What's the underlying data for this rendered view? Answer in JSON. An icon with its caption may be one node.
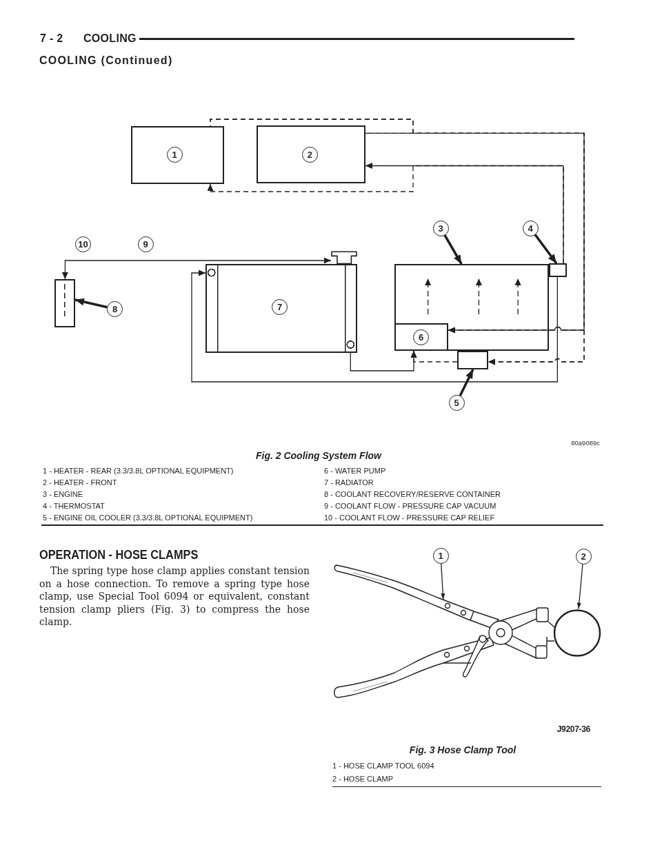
{
  "diagram": {
    "title": "COOLING (Continued)",
    "caption": "Fig. 2 Cooling System Flow",
    "nodes": [
      {
        "text": [
          "1"
        ]
      },
      {
        "text": [
          "2"
        ]
      },
      {
        "text": [
          "3"
        ]
      },
      {
        "text": [
          "4"
        ]
      },
      {
        "text": [
          "10"
        ]
      },
      {
        "text": [
          "9"
        ]
      },
      {
        "text": [],
        "shape": "box"
      },
      {
        "text": [],
        "shape": "box"
      },
      {
        "text": [],
        "shape": "picture"
      },
      {
        "text": [
          "7"
        ]
      },
      {
        "text": [],
        "shape": "box"
      },
      {
        "text": [
          "8"
        ]
      },
      {
        "text": [
          "6"
        ],
        "in": 6
      },
      {
        "text": [],
        "shape": "box"
      },
      {
        "text": [
          "5"
        ]
      },
      {
        "text": [
          "1"
        ]
      },
      {
        "text": [
          "2"
        ]
      },
      {
        "text": [],
        "shape": "picture"
      },
      {
        "text": [],
        "shape": "circle"
      }
    ],
    "edges": [
      {
        "from": 7,
        "to": 1,
        "arrow": "to"
      },
      {
        "from": 7,
        "to": 0,
        "arrow": "to",
        "style": "dashed"
      },
      {
        "from": 0,
        "to": 12,
        "arrow": "to",
        "style": "dashed"
      },
      {
        "from": 0,
        "to": 13,
        "arrow": "to",
        "style": "dashed"
      },
      {
        "from": 1,
        "to": 12,
        "arrow": "to"
      },
      {
        "from": 1,
        "to": 13,
        "arrow": "to",
        "style": "dashed"
      },
      {
        "from": 13,
        "to": 12,
        "arrow": "to",
        "style": "dashed"
      },
      {
        "from": 9,
        "to": 12,
        "arrow": "to"
      },
      {
        "from": 7,
        "to": 9,
        "arrow": "to"
      },
      {
        "from": 10,
        "to": 8,
        "arrow": "both"
      },
      {
        "from": 2,
        "to": 6,
        "arrow": "to",
        "style": "thick"
      },
      {
        "from": 3,
        "to": 7,
        "arrow": "to",
        "style": "thick"
      },
      {
        "from": 14,
        "to": 13,
        "arrow": "to",
        "style": "thick"
      },
      {
        "from": 11,
        "to": 10,
        "arrow": "to",
        "style": "thick"
      },
      {
        "from": 15,
        "to": 17,
        "arrow": "to"
      },
      {
        "from": 16,
        "to": 18,
        "arrow": "to"
      }
    ],
    "labels": [
      "7 - 2",
      "COOLING",
      "80a9089c",
      "1 - HEATER - REAR (3.3/3.8L OPTIONAL EQUIPMENT)",
      "6 - WATER PUMP",
      "2 - HEATER - FRONT",
      "7 - RADIATOR",
      "3 - ENGINE",
      "8 - COOLANT RECOVERY/RESERVE CONTAINER",
      "4 - THERMOSTAT",
      "9 - COOLANT FLOW - PRESSURE CAP VACUUM",
      "5 - ENGINE OIL COOLER (3.3/3.8L OPTIONAL EQUIPMENT)",
      "10 - COOLANT FLOW - PRESSURE CAP RELIEF",
      "OPERATION - HOSE CLAMPS",
      "The spring type hose clamp applies constant tension on a hose connection. To remove a spring type hose clamp, use Special Tool 6094 or equivalent, constant tension clamp pliers (Fig. 3) to compress the hose clamp.",
      "J9207-36",
      "Fig. 3 Hose Clamp Tool",
      "1 - HOSE CLAMP TOOL 6094",
      "2 - HOSE CLAMP"
    ]
  }
}
